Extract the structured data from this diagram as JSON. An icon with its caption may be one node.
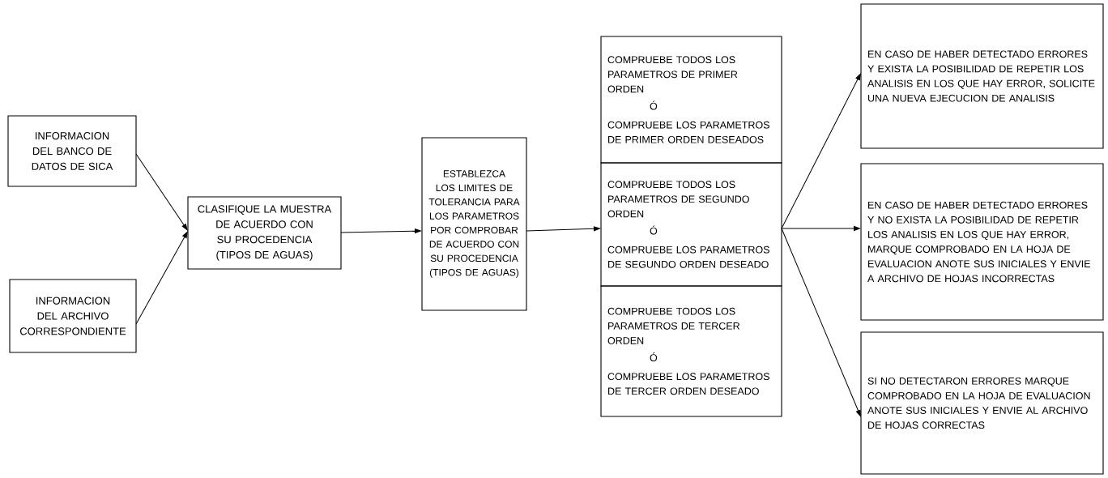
{
  "diagram": {
    "nodes": [
      {
        "text": [
          "INFORMACION DEL BANCO DE DATOS DE SICA"
        ]
      },
      {
        "text": [
          "INFORMACION DEL ARCHIVO CORRESPONDIENTE"
        ]
      },
      {
        "text": [
          "CLASIFIQUE LA MUESTRA DE ACUERDO CON SU PROCEDENCIA (TIPOS DE AGUAS)"
        ]
      },
      {
        "text": [
          "ESTABLEZCA LOS LIMITES DE TOLERANCIA PARA LOS PARAMETROS POR COMPROBAR DE ACUERDO CON SU PROCEDENCIA (TIPOS DE AGUAS)"
        ]
      },
      {
        "text": [
          "COMPRUEBE TODOS LOS PARAMETROS DE PRIMER ORDEN",
          "Ó",
          "COMPRUEBE LOS PARAMETROS DE PRIMER ORDEN DESEADOS"
        ]
      },
      {
        "text": [
          "COMPRUEBE TODOS LOS PARAMETROS DE SEGUNDO ORDEN",
          "Ó",
          "COMPRUEBE LOS PARAMETROS DE SEGUNDO ORDEN DESEADO"
        ]
      },
      {
        "text": [
          "COMPRUEBE TODOS LOS PARAMETROS DE TERCER ORDEN",
          "Ó",
          "COMPRUEBE LOS PARAMETROS DE TERCER ORDEN DESEADO"
        ]
      },
      {
        "text": [
          "EN CASO DE HABER DETECTADO ERRORES Y EXISTA LA POSIBILIDAD DE REPETIR LOS ANALISIS EN LOS QUE HAY ERROR, SOLICITE UNA NUEVA EJECUCION DE ANALISIS"
        ]
      },
      {
        "text": [
          "EN CASO DE HABER DETECTADO ERRORES Y NO EXISTA LA POSIBILIDAD DE REPETIR LOS ANALISIS EN LOS QUE HAY ERROR, MARQUE COMPROBADO EN LA HOJA DE EVALUACION ANOTE SUS INICIALES Y ENVIE A ARCHIVO DE HOJAS INCORRECTAS"
        ]
      },
      {
        "text": [
          "SI NO DETECTARON ERRORES MARQUE COMPROBADO EN LA HOJA DE EVALUACION ANOTE SUS INICIALES Y ENVIE AL ARCHIVO DE HOJAS CORRECTAS"
        ]
      }
    ],
    "edges": [
      {
        "from": 0,
        "to": 2,
        "arrow": "to"
      },
      {
        "from": 1,
        "to": 2,
        "arrow": "to"
      },
      {
        "from": 2,
        "to": 3,
        "arrow": "to"
      },
      {
        "from": 3,
        "to": 5,
        "arrow": "to"
      },
      {
        "from": 5,
        "to": 7,
        "arrow": "to"
      },
      {
        "from": 5,
        "to": 8,
        "arrow": "to"
      },
      {
        "from": 5,
        "to": 9,
        "arrow": "to"
      }
    ]
  }
}
